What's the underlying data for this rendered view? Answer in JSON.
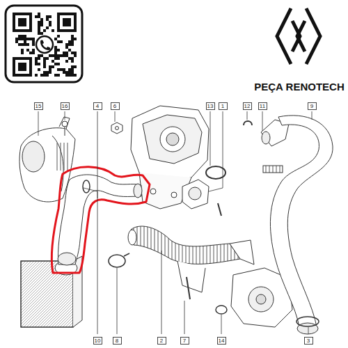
{
  "diagram": {
    "labels": [
      "PEÇA RENOTECH",
      "15",
      "16",
      "4",
      "6",
      "13",
      "1",
      "12",
      "11",
      "9",
      "10",
      "8",
      "2",
      "7",
      "14",
      "3"
    ]
  }
}
